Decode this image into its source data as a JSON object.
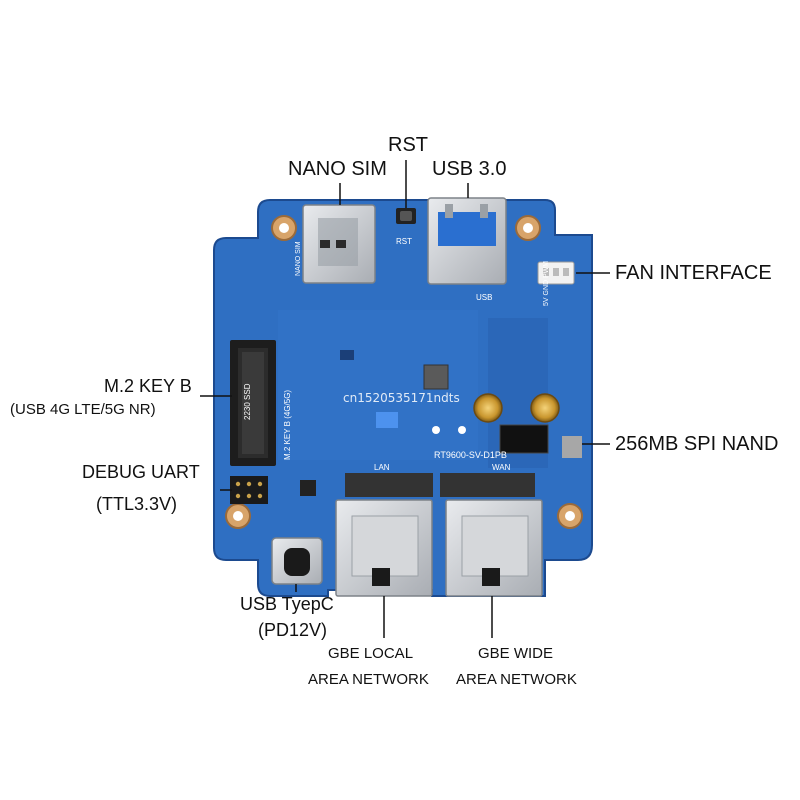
{
  "labels": {
    "rst": "RST",
    "nano_sim": "NANO SIM",
    "usb3": "USB 3.0",
    "fan": "FAN INTERFACE",
    "m2_line1": "M.2 KEY B",
    "m2_line2": "(USB 4G LTE/5G NR)",
    "spi_nand": "256MB SPI NAND",
    "debug_line1": "DEBUG UART",
    "debug_line2": "(TTL3.3V)",
    "typec_line1": "USB TyepC",
    "typec_line2": "(PD12V)",
    "gbe_local_line1": "GBE LOCAL",
    "gbe_local_line2": "AREA NETWORK",
    "gbe_wide_line1": "GBE WIDE",
    "gbe_wide_line2": "AREA NETWORK"
  },
  "board": {
    "silkscreen_model": "RT9600-SV-D1PB",
    "silkscreen_lan": "LAN",
    "silkscreen_wan": "WAN",
    "silkscreen_usb": "USB",
    "silkscreen_m2": "M.2 KEY B (4G/5G)",
    "silkscreen_ssd": "2230 SSD",
    "silkscreen_sim": "NANO SIM",
    "silkscreen_rst": "RST",
    "silkscreen_fan": "5V GND PWM"
  },
  "watermark": "cn1520535171ndts",
  "colors": {
    "board": "#2f6fc2",
    "board_dark": "#1f4f98",
    "metal": "#c8cbd0",
    "label": "#111111"
  }
}
